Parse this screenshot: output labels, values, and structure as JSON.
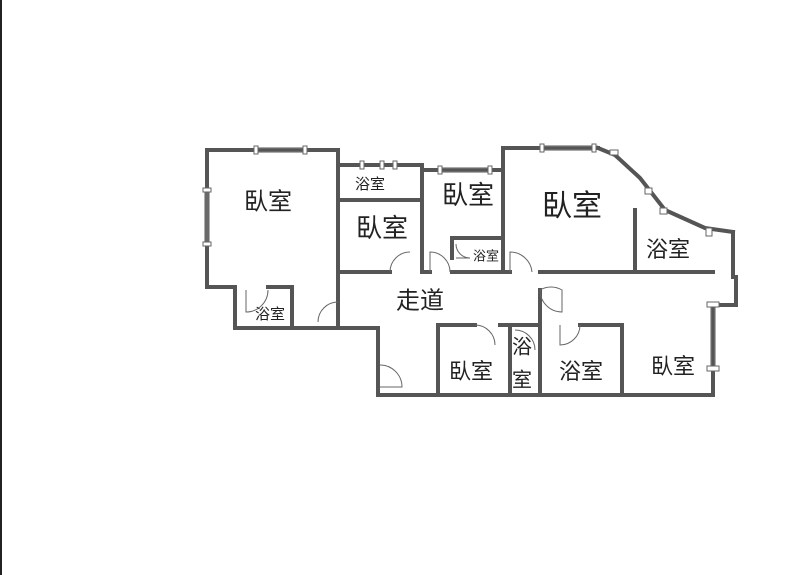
{
  "floor_plan": {
    "rooms": [
      {
        "id": "bedroom-nw",
        "label": "臥室"
      },
      {
        "id": "bath-top-small",
        "label": "浴室"
      },
      {
        "id": "bedroom-mid-small",
        "label": "臥室"
      },
      {
        "id": "bedroom-mid-top",
        "label": "臥室"
      },
      {
        "id": "bath-mid-small",
        "label": "浴室"
      },
      {
        "id": "bedroom-ne-large",
        "label": "臥室"
      },
      {
        "id": "bath-ne",
        "label": "浴室"
      },
      {
        "id": "bath-w",
        "label": "浴室"
      },
      {
        "id": "corridor",
        "label": "走道"
      },
      {
        "id": "bedroom-s",
        "label": "臥室"
      },
      {
        "id": "bath-s-narrow-1",
        "label": "浴"
      },
      {
        "id": "bath-s-narrow-2",
        "label": "室"
      },
      {
        "id": "bath-s",
        "label": "浴室"
      },
      {
        "id": "bedroom-se",
        "label": "臥室"
      }
    ],
    "colors": {
      "wall": "#555555",
      "background": "#ffffff",
      "text": "#222222"
    }
  }
}
